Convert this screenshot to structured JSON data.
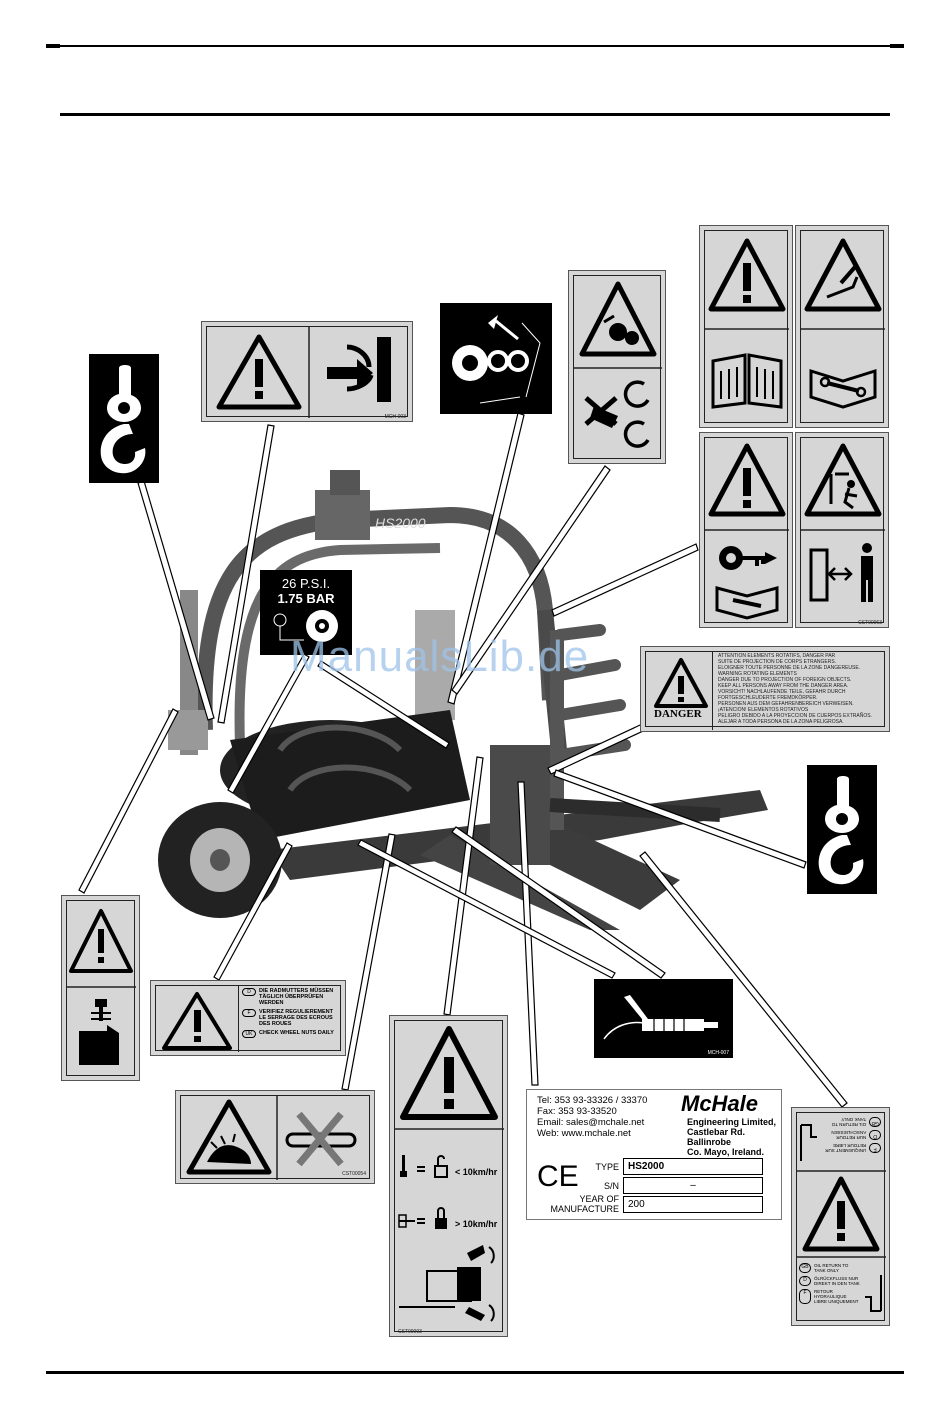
{
  "watermark": "ManualsLib.de",
  "machine_logo": "HS2000",
  "tyre_decal": {
    "line1": "26 P.S.I.",
    "line2": "1.75 BAR"
  },
  "danger_decal": {
    "word": "DANGER",
    "lines": [
      "ATTENTION ELEMENTS ROTATIFS, DANGER PAR",
      "SUITE DE PROJECTION DE CORPS ETRANGERS.",
      "ELOIGNER TOUTE PERSONNE DE LA ZONE DANGEREUSE.",
      "WARNING ROTATING ELEMENTS",
      "DANGER DUE TO PROJECTION OF FOREIGN OBJECTS.",
      "KEEP ALL PERSONS AWAY FROM THE DANGER AREA.",
      "VORSICHT! NACHLAUFENDE TEILE, GEFAHR DURCH",
      "FORTGESCHLEUDERTE FREMDKÖRPER.",
      "PERSONEN AUS DEM GEFAHRENBEREICH VERWEISEN.",
      "¡ATENCION! ELEMENTOS ROTATIVOS",
      "PELIGRO DEBIDO A LA PROYECCION DE CUERPOS EXTRAÑOS.",
      "ALEJAR A TODA PERSONA DE LA ZONA PELIGROSA."
    ]
  },
  "wheel_nut_decal": {
    "rows": [
      {
        "code": "D",
        "text": "DIE RADMUTTERS MÜSSEN TÄGLICH ÜBERPRÜFEN WERDEN"
      },
      {
        "code": "F",
        "text": "VERIFIEZ REGULIEREMENT LE SERRAGE DES ECROUS DES ROUES"
      },
      {
        "code": "UK",
        "text": "CHECK WHEEL NUTS DAILY"
      }
    ]
  },
  "decal_codes": {
    "crush": "MCH-003",
    "grease": "MCH-007",
    "no_service": "CST00054",
    "transport": "CST00093",
    "entanglement": "CST00063"
  },
  "transport_decal": {
    "slow": "< 10km/hr",
    "fast": "> 10km/hr"
  },
  "plate": {
    "tel": "Tel: 353 93-33326 / 33370",
    "fax": "Fax: 353 93-33520",
    "email": "Email: sales@mchale.net",
    "web": "Web: www.mchale.net",
    "brand": "McHale",
    "addr1": "Engineering Limited,",
    "addr2": "Castlebar Rd.",
    "addr3": "Ballinrobe",
    "addr4": "Co. Mayo, Ireland.",
    "ce": "CE",
    "type_label": "TYPE",
    "type_value": "HS2000",
    "sn_label": "S/N",
    "sn_value": "–",
    "year_label": "YEAR OF MANUFACTURE",
    "year_value": "200"
  },
  "hydraulic_decal": {
    "top_rows": [
      {
        "code": "F",
        "text": "UNIQUEMENT SUR RETOUR LIBRE"
      },
      {
        "code": "D",
        "text": "NUR RETOUR ANSCHLIESSEN"
      },
      {
        "code": "GB",
        "text": "OIL RETURN TO TANK ONLY"
      }
    ],
    "bottom_rows": [
      {
        "code": "GB",
        "text": "OIL RETURN TO TANK ONLY"
      },
      {
        "code": "D",
        "text": "ÖLRÜCKFLUSS NUR DIREKT IN DEN TANK"
      },
      {
        "code": "F",
        "text": "RETOUR HYDRAULIQUE LIBRE UNIQUEMENT"
      }
    ]
  }
}
